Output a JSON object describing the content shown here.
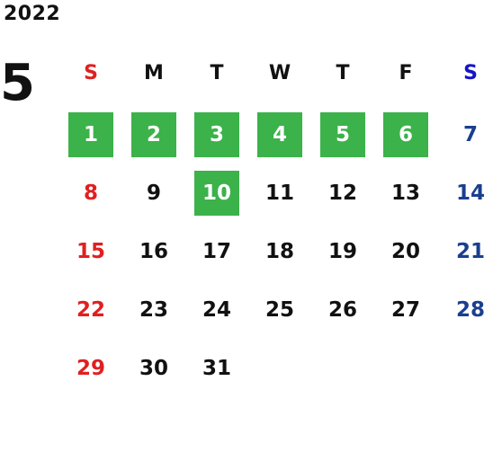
{
  "calendar": {
    "year": "2022",
    "month": "5",
    "weekdays": [
      "S",
      "M",
      "T",
      "W",
      "T",
      "F",
      "S"
    ],
    "weeks": [
      [
        {
          "d": "1",
          "hl": true
        },
        {
          "d": "2",
          "hl": true
        },
        {
          "d": "3",
          "hl": true
        },
        {
          "d": "4",
          "hl": true
        },
        {
          "d": "5",
          "hl": true
        },
        {
          "d": "6",
          "hl": true
        },
        {
          "d": "7",
          "hl": false
        }
      ],
      [
        {
          "d": "8",
          "hl": false
        },
        {
          "d": "9",
          "hl": false
        },
        {
          "d": "10",
          "hl": true
        },
        {
          "d": "11",
          "hl": false
        },
        {
          "d": "12",
          "hl": false
        },
        {
          "d": "13",
          "hl": false
        },
        {
          "d": "14",
          "hl": false
        }
      ],
      [
        {
          "d": "15",
          "hl": false
        },
        {
          "d": "16",
          "hl": false
        },
        {
          "d": "17",
          "hl": false
        },
        {
          "d": "18",
          "hl": false
        },
        {
          "d": "19",
          "hl": false
        },
        {
          "d": "20",
          "hl": false
        },
        {
          "d": "21",
          "hl": false
        }
      ],
      [
        {
          "d": "22",
          "hl": false
        },
        {
          "d": "23",
          "hl": false
        },
        {
          "d": "24",
          "hl": false
        },
        {
          "d": "25",
          "hl": false
        },
        {
          "d": "26",
          "hl": false
        },
        {
          "d": "27",
          "hl": false
        },
        {
          "d": "28",
          "hl": false
        }
      ],
      [
        {
          "d": "29",
          "hl": false
        },
        {
          "d": "30",
          "hl": false
        },
        {
          "d": "31",
          "hl": false
        }
      ]
    ]
  },
  "colors": {
    "highlight": "#3bb24a",
    "sunday": "#e02020",
    "saturday_header": "#1414c8",
    "saturday": "#1a3f8f",
    "text": "#111111"
  }
}
